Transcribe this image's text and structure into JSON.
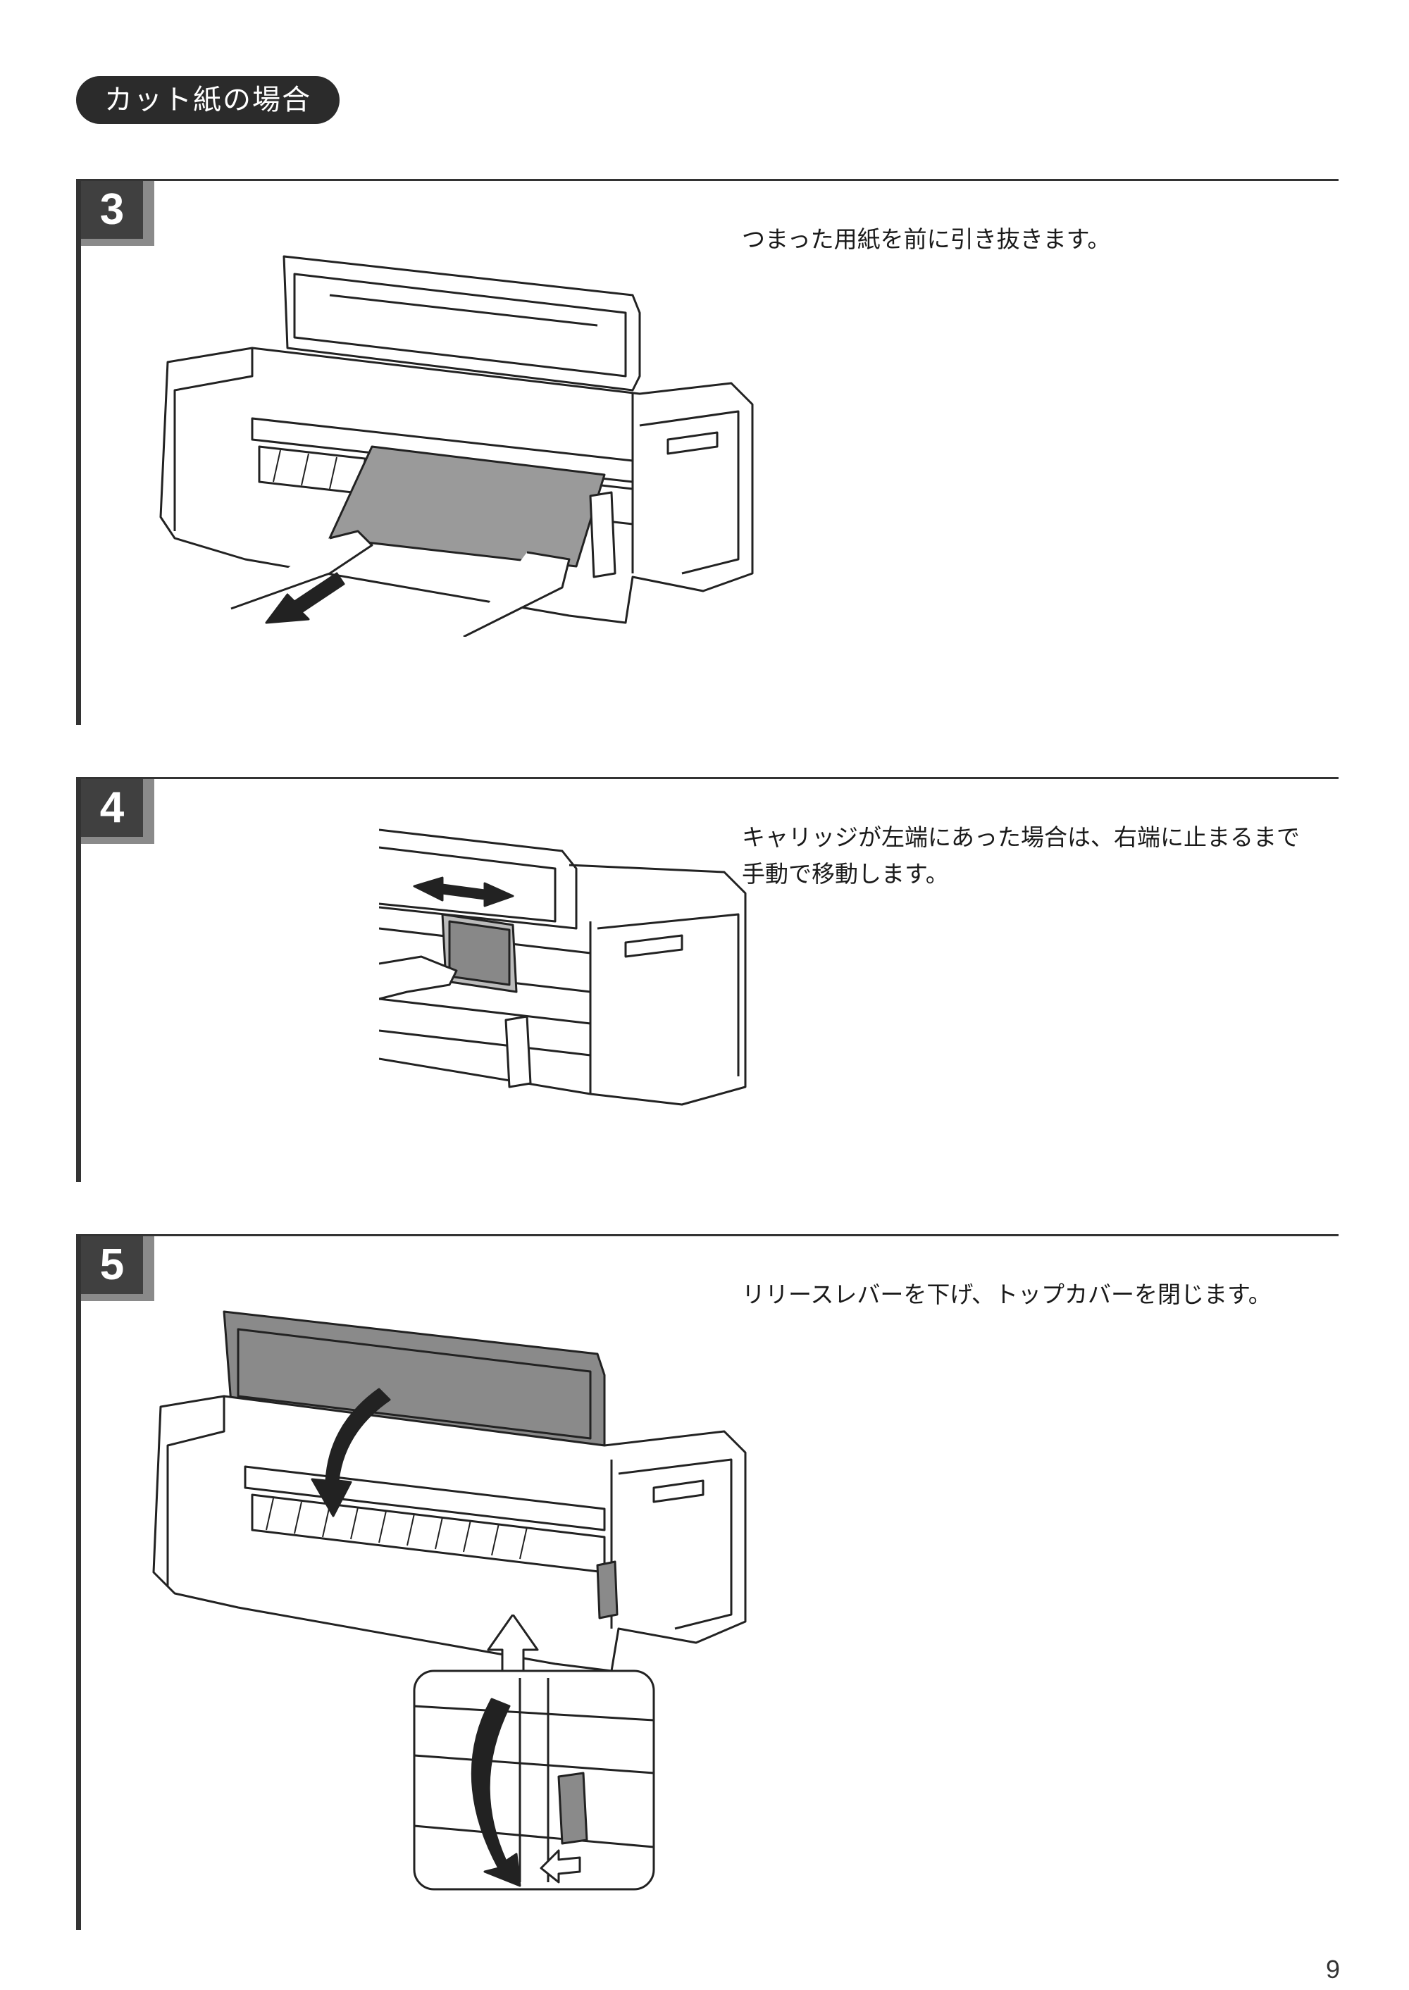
{
  "section_label": "カット紙の場合",
  "steps": [
    {
      "number": "3",
      "text": "つまった用紙を前に引き抜きます。"
    },
    {
      "number": "4",
      "text": "キャリッジが左端にあった場合は、右端に止まるまで手動で移動します。"
    },
    {
      "number": "5",
      "text": "リリースレバーを下げ、トップカバーを閉じます。"
    }
  ],
  "page_number": "9",
  "colors": {
    "header_bg": "#2b2b2b",
    "step_box": "#404040",
    "shade": "#8a8a8a",
    "line": "#333333"
  }
}
